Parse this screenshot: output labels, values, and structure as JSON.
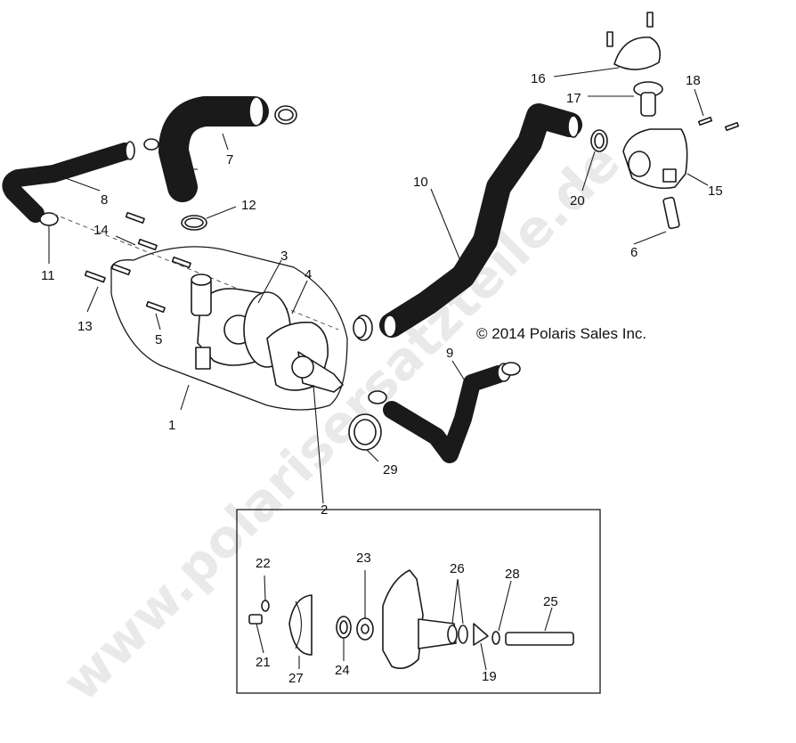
{
  "copyright": "© 2014 Polaris Sales Inc.",
  "watermark": "www.polarisersatzteile.de",
  "callouts": [
    "1",
    "2",
    "3",
    "4",
    "5",
    "6",
    "7",
    "8",
    "9",
    "10",
    "11",
    "12",
    "13",
    "14",
    "15",
    "16",
    "17",
    "18",
    "19",
    "20",
    "21",
    "22",
    "23",
    "24",
    "25",
    "26",
    "27",
    "28",
    "29"
  ],
  "detail_box_label": "2"
}
